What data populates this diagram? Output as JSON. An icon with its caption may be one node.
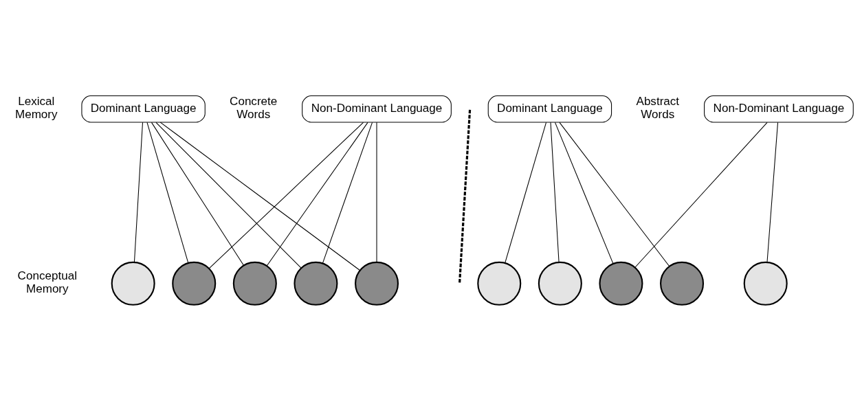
{
  "diagram": {
    "nodes": [
      {
        "text": [
          "Dominant Language"
        ]
      },
      {
        "text": [
          "Non-Dominant Language"
        ]
      },
      {
        "text": [],
        "shape": "circle"
      },
      {
        "text": [],
        "shape": "circle"
      },
      {
        "text": [],
        "shape": "circle"
      },
      {
        "text": [],
        "shape": "circle"
      },
      {
        "text": [],
        "shape": "circle"
      },
      {
        "text": [
          "Dominant Language"
        ]
      },
      {
        "text": [
          "Non-Dominant Language"
        ]
      },
      {
        "text": [],
        "shape": "circle"
      },
      {
        "text": [],
        "shape": "circle"
      },
      {
        "text": [],
        "shape": "circle"
      },
      {
        "text": [],
        "shape": "circle"
      },
      {
        "text": [],
        "shape": "circle"
      }
    ],
    "edges": [
      {
        "from": 0,
        "to": 2,
        "arrow": "none"
      },
      {
        "from": 0,
        "to": 3,
        "arrow": "none"
      },
      {
        "from": 0,
        "to": 4,
        "arrow": "none"
      },
      {
        "from": 0,
        "to": 5,
        "arrow": "none"
      },
      {
        "from": 0,
        "to": 6,
        "arrow": "none"
      },
      {
        "from": 1,
        "to": 3,
        "arrow": "none"
      },
      {
        "from": 1,
        "to": 4,
        "arrow": "none"
      },
      {
        "from": 1,
        "to": 5,
        "arrow": "none"
      },
      {
        "from": 1,
        "to": 6,
        "arrow": "none"
      },
      {
        "from": 7,
        "to": 9,
        "arrow": "none"
      },
      {
        "from": 7,
        "to": 10,
        "arrow": "none"
      },
      {
        "from": 7,
        "to": 11,
        "arrow": "none"
      },
      {
        "from": 7,
        "to": 12,
        "arrow": "none"
      },
      {
        "from": 8,
        "to": 11,
        "arrow": "none"
      },
      {
        "from": 8,
        "to": 13,
        "arrow": "none"
      }
    ],
    "labels": [
      "Concrete Words",
      "Abstract Words",
      "Lexical Memory",
      "Conceptual Memory"
    ]
  }
}
